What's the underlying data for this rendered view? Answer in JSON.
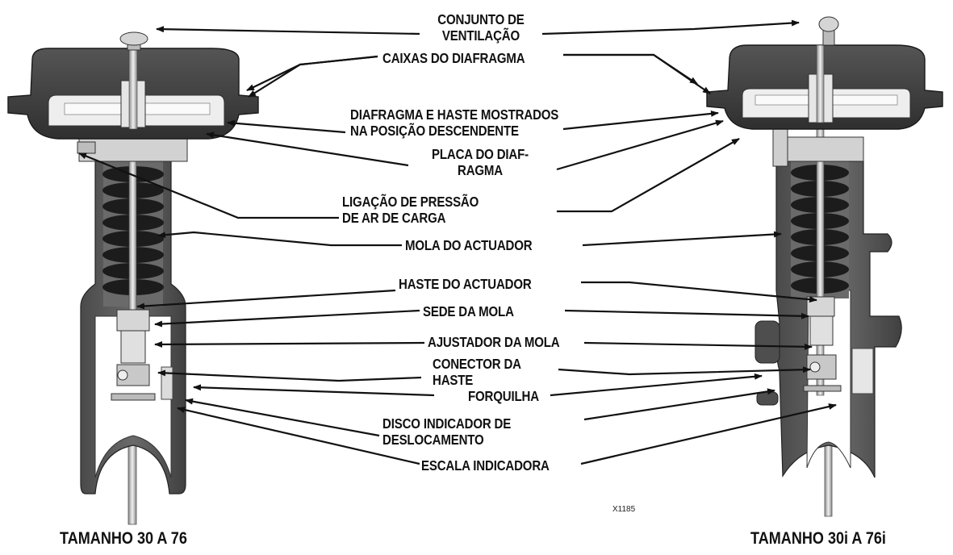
{
  "labels": {
    "vent": [
      "CONJUNTO DE",
      "VENTILAÇÃO"
    ],
    "cases": "CAIXAS DO DIAFRAGMA",
    "diaphragm": [
      "DIAFRAGMA E HASTE MOSTRADOS",
      "NA POSIÇÃO DESCENDENTE"
    ],
    "plate": [
      "PLACA DO DIAF-",
      "RAGMA"
    ],
    "loading": [
      "LIGAÇÃO DE PRESSÃO",
      "DE AR DE CARGA"
    ],
    "spring": "MOLA DO ACTUADOR",
    "stem": "HASTE DO ACTUADOR",
    "seat": "SEDE DA MOLA",
    "adjustor": "AJUSTADOR DA MOLA",
    "connector": [
      "CONECTOR DA",
      "HASTE"
    ],
    "yoke": "FORQUILHA",
    "disk": [
      "DISCO INDICADOR DE",
      "DESLOCAMENTO"
    ],
    "scale": "ESCALA INDICADORA"
  },
  "captions": {
    "left": "TAMANHO 30 A 76",
    "right": "TAMANHO 30i A 76i"
  },
  "figure_ref": "X1185",
  "colors": {
    "casing": "#3a3a3a",
    "metal_light": "#d8d8d8",
    "metal_mid": "#9a9a9a",
    "spring": "#1e1e1e",
    "lines": "#111111"
  }
}
